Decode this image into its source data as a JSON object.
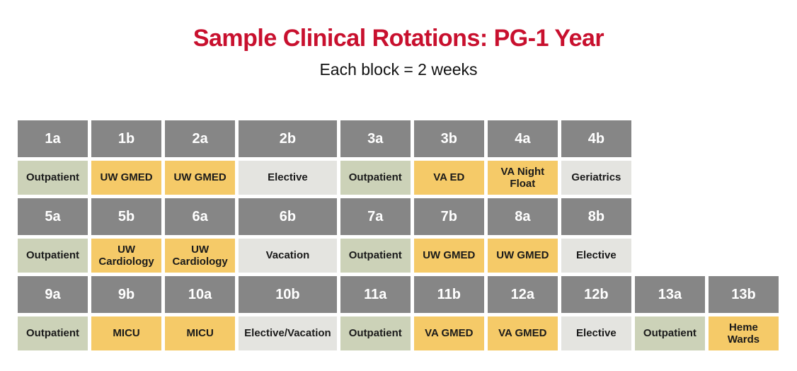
{
  "title": "Sample Clinical Rotations: PG-1 Year",
  "subtitle": "Each block = 2 weeks",
  "block_duration": "2 weeks",
  "colors": {
    "title": "#c8102e",
    "header_bg": "#868686",
    "header_text": "#ffffff",
    "outpatient_bg": "#ccd2b8",
    "inpatient_bg": "#f5ca68",
    "elective_bg": "#e4e4e0",
    "cell_text": "#1a1a1a"
  },
  "rows": [
    {
      "blocks": [
        {
          "id": "1a",
          "rotation": "Outpatient",
          "type": "outpatient"
        },
        {
          "id": "1b",
          "rotation": "UW GMED",
          "type": "inpatient"
        },
        {
          "id": "2a",
          "rotation": "UW GMED",
          "type": "inpatient"
        },
        {
          "id": "2b",
          "rotation": "Elective",
          "type": "elective"
        },
        {
          "id": "3a",
          "rotation": "Outpatient",
          "type": "outpatient"
        },
        {
          "id": "3b",
          "rotation": "VA ED",
          "type": "inpatient"
        },
        {
          "id": "4a",
          "rotation": "VA Night Float",
          "type": "inpatient"
        },
        {
          "id": "4b",
          "rotation": "Geriatrics",
          "type": "elective"
        }
      ]
    },
    {
      "blocks": [
        {
          "id": "5a",
          "rotation": "Outpatient",
          "type": "outpatient"
        },
        {
          "id": "5b",
          "rotation": "UW Cardiology",
          "type": "inpatient"
        },
        {
          "id": "6a",
          "rotation": "UW Cardiology",
          "type": "inpatient"
        },
        {
          "id": "6b",
          "rotation": "Vacation",
          "type": "elective"
        },
        {
          "id": "7a",
          "rotation": "Outpatient",
          "type": "outpatient"
        },
        {
          "id": "7b",
          "rotation": "UW GMED",
          "type": "inpatient"
        },
        {
          "id": "8a",
          "rotation": "UW GMED",
          "type": "inpatient"
        },
        {
          "id": "8b",
          "rotation": "Elective",
          "type": "elective"
        }
      ]
    },
    {
      "blocks": [
        {
          "id": "9a",
          "rotation": "Outpatient",
          "type": "outpatient"
        },
        {
          "id": "9b",
          "rotation": "MICU",
          "type": "inpatient"
        },
        {
          "id": "10a",
          "rotation": "MICU",
          "type": "inpatient"
        },
        {
          "id": "10b",
          "rotation": "Elective/Vacation",
          "type": "elective"
        },
        {
          "id": "11a",
          "rotation": "Outpatient",
          "type": "outpatient"
        },
        {
          "id": "11b",
          "rotation": "VA GMED",
          "type": "inpatient"
        },
        {
          "id": "12a",
          "rotation": "VA GMED",
          "type": "inpatient"
        },
        {
          "id": "12b",
          "rotation": "Elective",
          "type": "elective"
        },
        {
          "id": "13a",
          "rotation": "Outpatient",
          "type": "outpatient"
        },
        {
          "id": "13b",
          "rotation": "Heme Wards",
          "type": "inpatient"
        }
      ]
    }
  ]
}
